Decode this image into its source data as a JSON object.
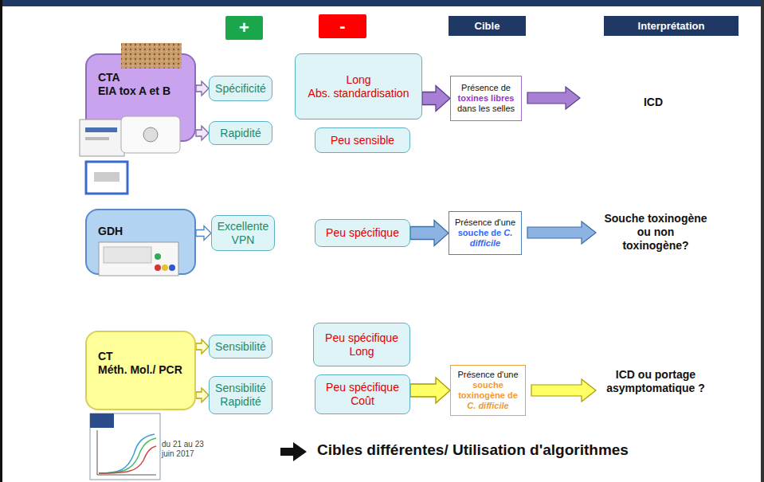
{
  "diagram": {
    "nodes": [
      {
        "text": [
          "+"
        ]
      },
      {
        "text": [
          "-"
        ]
      },
      {
        "text": [
          "Cible"
        ]
      },
      {
        "text": [
          "Interprétation"
        ]
      },
      {
        "text": [
          "CTA",
          "EIA tox A et B"
        ]
      },
      {
        "text": [
          "Spécificité"
        ]
      },
      {
        "text": [
          "Long",
          "Abs. standardisation"
        ]
      },
      {
        "text": [
          "Rapidité"
        ]
      },
      {
        "text": [
          "Peu sensible"
        ]
      },
      {
        "text": [
          "Présence de toxines libres dans les selles"
        ]
      },
      {
        "text": [
          "GDH"
        ]
      },
      {
        "text": [
          "Excellente VPN"
        ]
      },
      {
        "text": [
          "Peu spécifique"
        ]
      },
      {
        "text": [
          "Présence d'une souche de C. difficile"
        ]
      },
      {
        "text": [
          "CT",
          "Méth. Mol./ PCR"
        ]
      },
      {
        "text": [
          "Sensibilité"
        ]
      },
      {
        "text": [
          "Peu spécifique",
          "Long"
        ]
      },
      {
        "text": [
          "Sensibilité",
          "Rapidité"
        ]
      },
      {
        "text": [
          "Peu spécifique",
          "Coût"
        ]
      },
      {
        "text": [
          "Présence d'une souche toxinogène de C. difficile"
        ]
      }
    ],
    "edges": [
      {
        "from": 4,
        "to": 5,
        "arrow": "to"
      },
      {
        "from": 4,
        "to": 7,
        "arrow": "to"
      },
      {
        "from": 6,
        "to": 9,
        "arrow": "to"
      },
      {
        "from": 10,
        "to": 11,
        "arrow": "to"
      },
      {
        "from": 12,
        "to": 13,
        "arrow": "to"
      },
      {
        "from": 14,
        "to": 15,
        "arrow": "to"
      },
      {
        "from": 14,
        "to": 17,
        "arrow": "to"
      },
      {
        "from": 18,
        "to": 19,
        "arrow": "to"
      }
    ],
    "labels": [
      "ICD",
      "Souche toxinogène ou non toxinogène?",
      "ICD ou portage asymptomatique ?",
      "Cibles différentes/ Utilisation d'algorithmes",
      "du 21 au 23 juin 2017"
    ]
  }
}
